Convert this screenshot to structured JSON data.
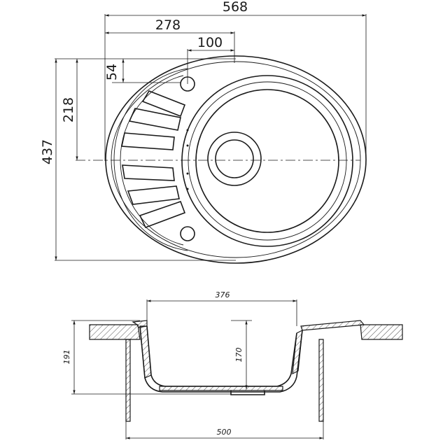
{
  "top_view": {
    "dimensions": {
      "overall_width": "568",
      "bowl_offset": "278",
      "tap_offset": "100",
      "tap_from_edge": "54",
      "center_height": "218",
      "overall_height": "437"
    }
  },
  "section_view": {
    "dimensions": {
      "bowl_width": "376",
      "bowl_depth": "170",
      "total_depth": "191",
      "cabinet_width": "500"
    }
  },
  "colors": {
    "line": "#1a1a1a",
    "background": "#ffffff"
  }
}
